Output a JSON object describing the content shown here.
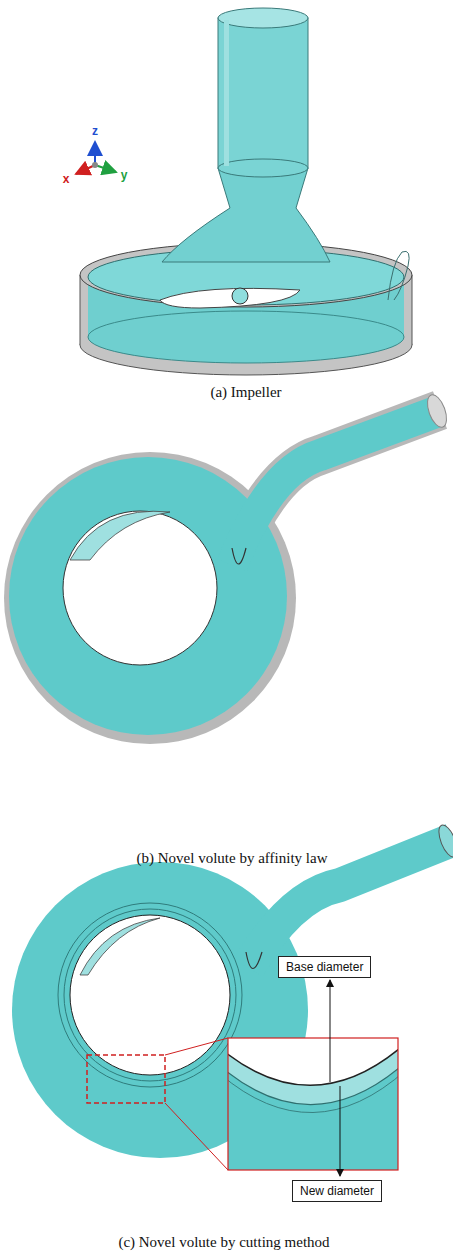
{
  "diagram": {
    "nodes": [
      {
        "text": [
          "Base diameter"
        ]
      },
      {
        "text": [
          "New diameter"
        ]
      }
    ],
    "labels": [
      "z",
      "x",
      "y",
      "(a) Impeller",
      "(b) Novel volute by affinity law",
      "(c) Novel volute by cutting method"
    ]
  }
}
